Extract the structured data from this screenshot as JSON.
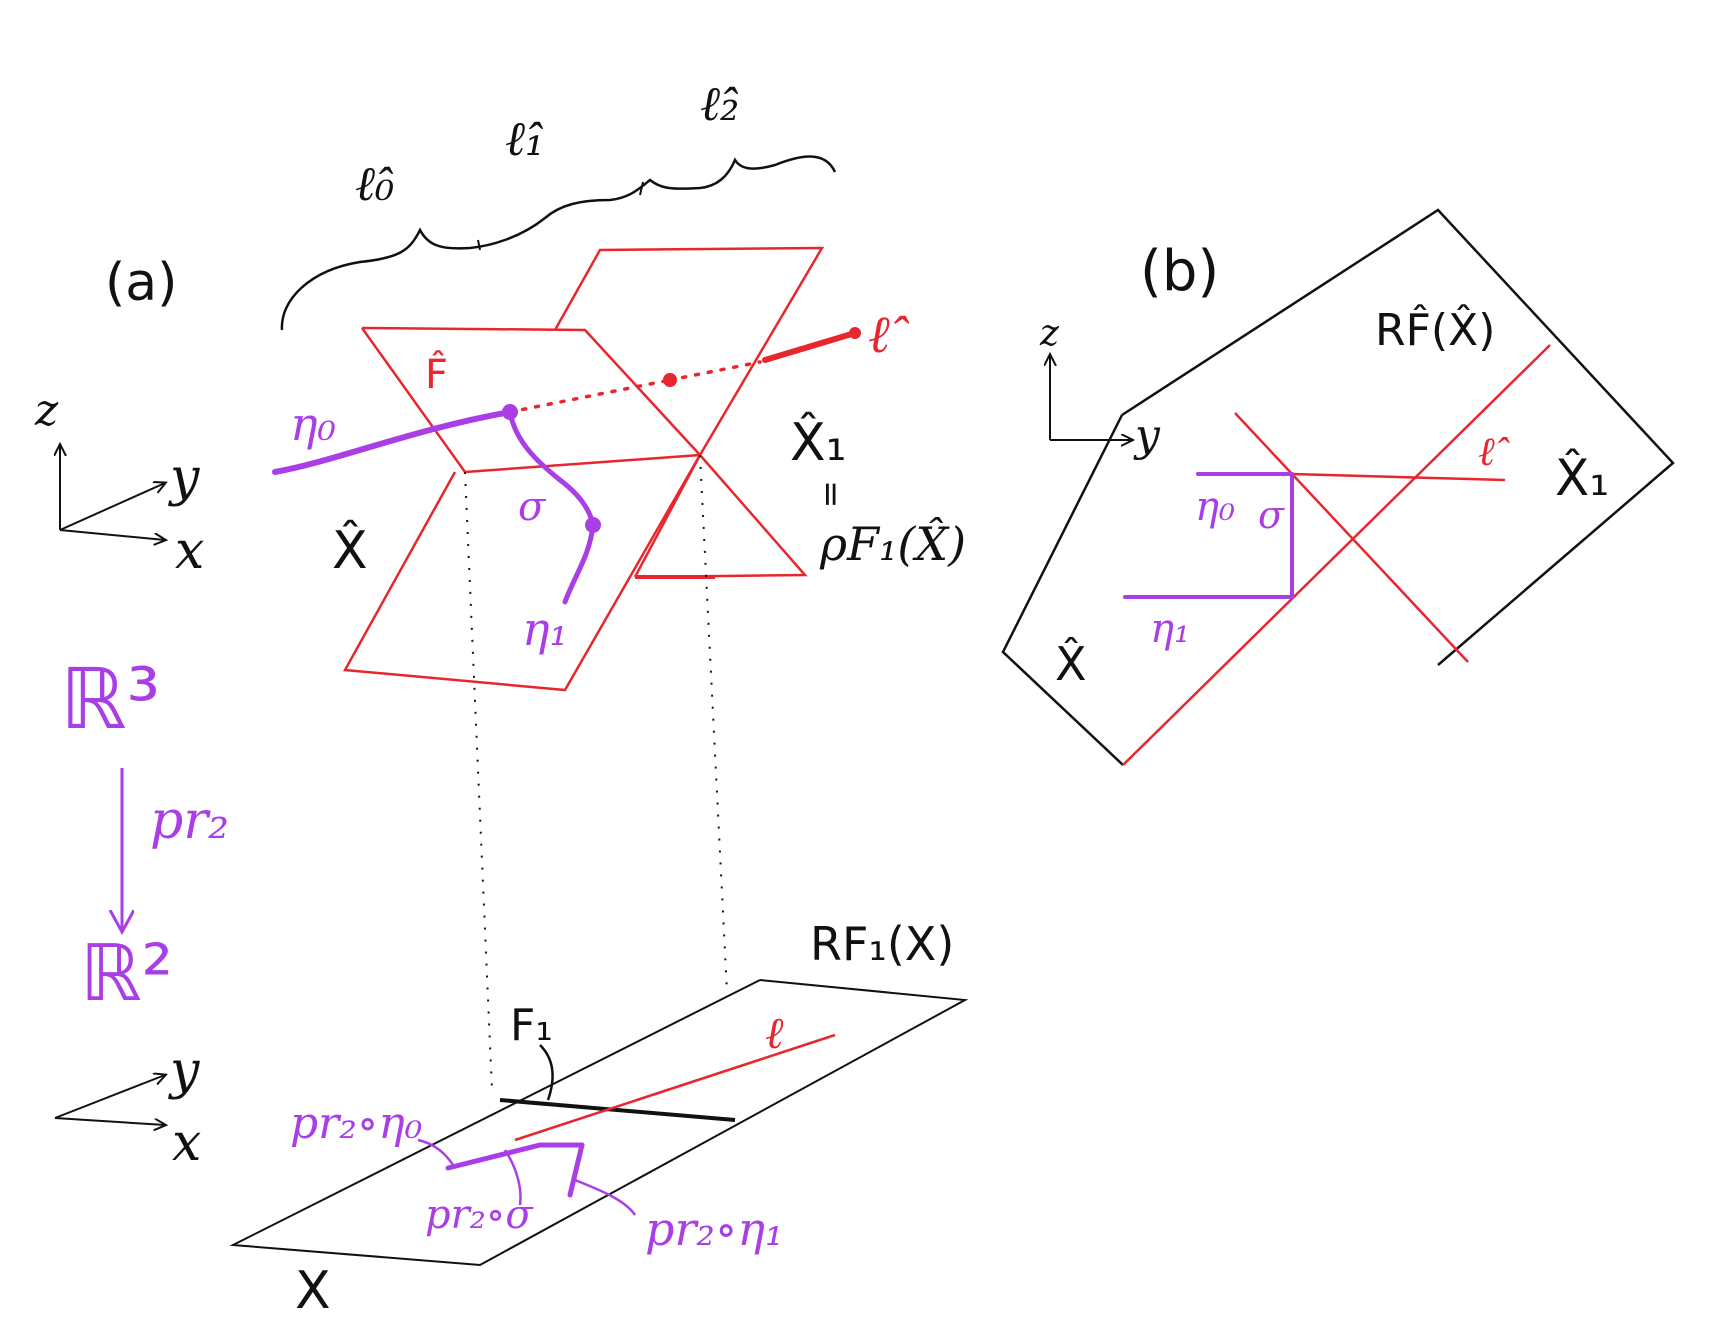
{
  "colors": {
    "black": "#111111",
    "red": "#e8262d",
    "purple": "#a93ee6"
  },
  "panel_a": {
    "label": "(a)",
    "brace_labels": {
      "l0": "ℓ̂₀",
      "l1": "ℓ̂₁",
      "l2": "ℓ̂₂"
    },
    "axes3d": {
      "z": "z",
      "y": "y",
      "x": "x"
    },
    "axes2d": {
      "y": "y",
      "x": "x"
    },
    "F_hat": "F̂",
    "l_hat": "ℓ̂",
    "X_hat": "X̂",
    "X1_hat": "X̂₁",
    "equals": "=",
    "rho": "ρF₁(X̂)",
    "eta0": "η₀",
    "eta1": "η₁",
    "sigma": "σ",
    "R3": "ℝ³",
    "pr2": "pr₂",
    "R2": "ℝ²",
    "RF1X": "RF₁(X)",
    "F1": "F₁",
    "ell": "ℓ",
    "pr2_eta0": "pr₂∘η₀",
    "pr2_sigma": "pr₂∘σ",
    "pr2_eta1": "pr₂∘η₁",
    "X": "X"
  },
  "panel_b": {
    "label": "(b)",
    "axes": {
      "z": "z",
      "y": "y"
    },
    "RFX": "RF̂(X̂)",
    "l_hat": "ℓ̂",
    "X1_hat": "X̂₁",
    "X_hat": "X̂",
    "eta0": "η₀",
    "sigma": "σ",
    "eta1": "η₁"
  }
}
